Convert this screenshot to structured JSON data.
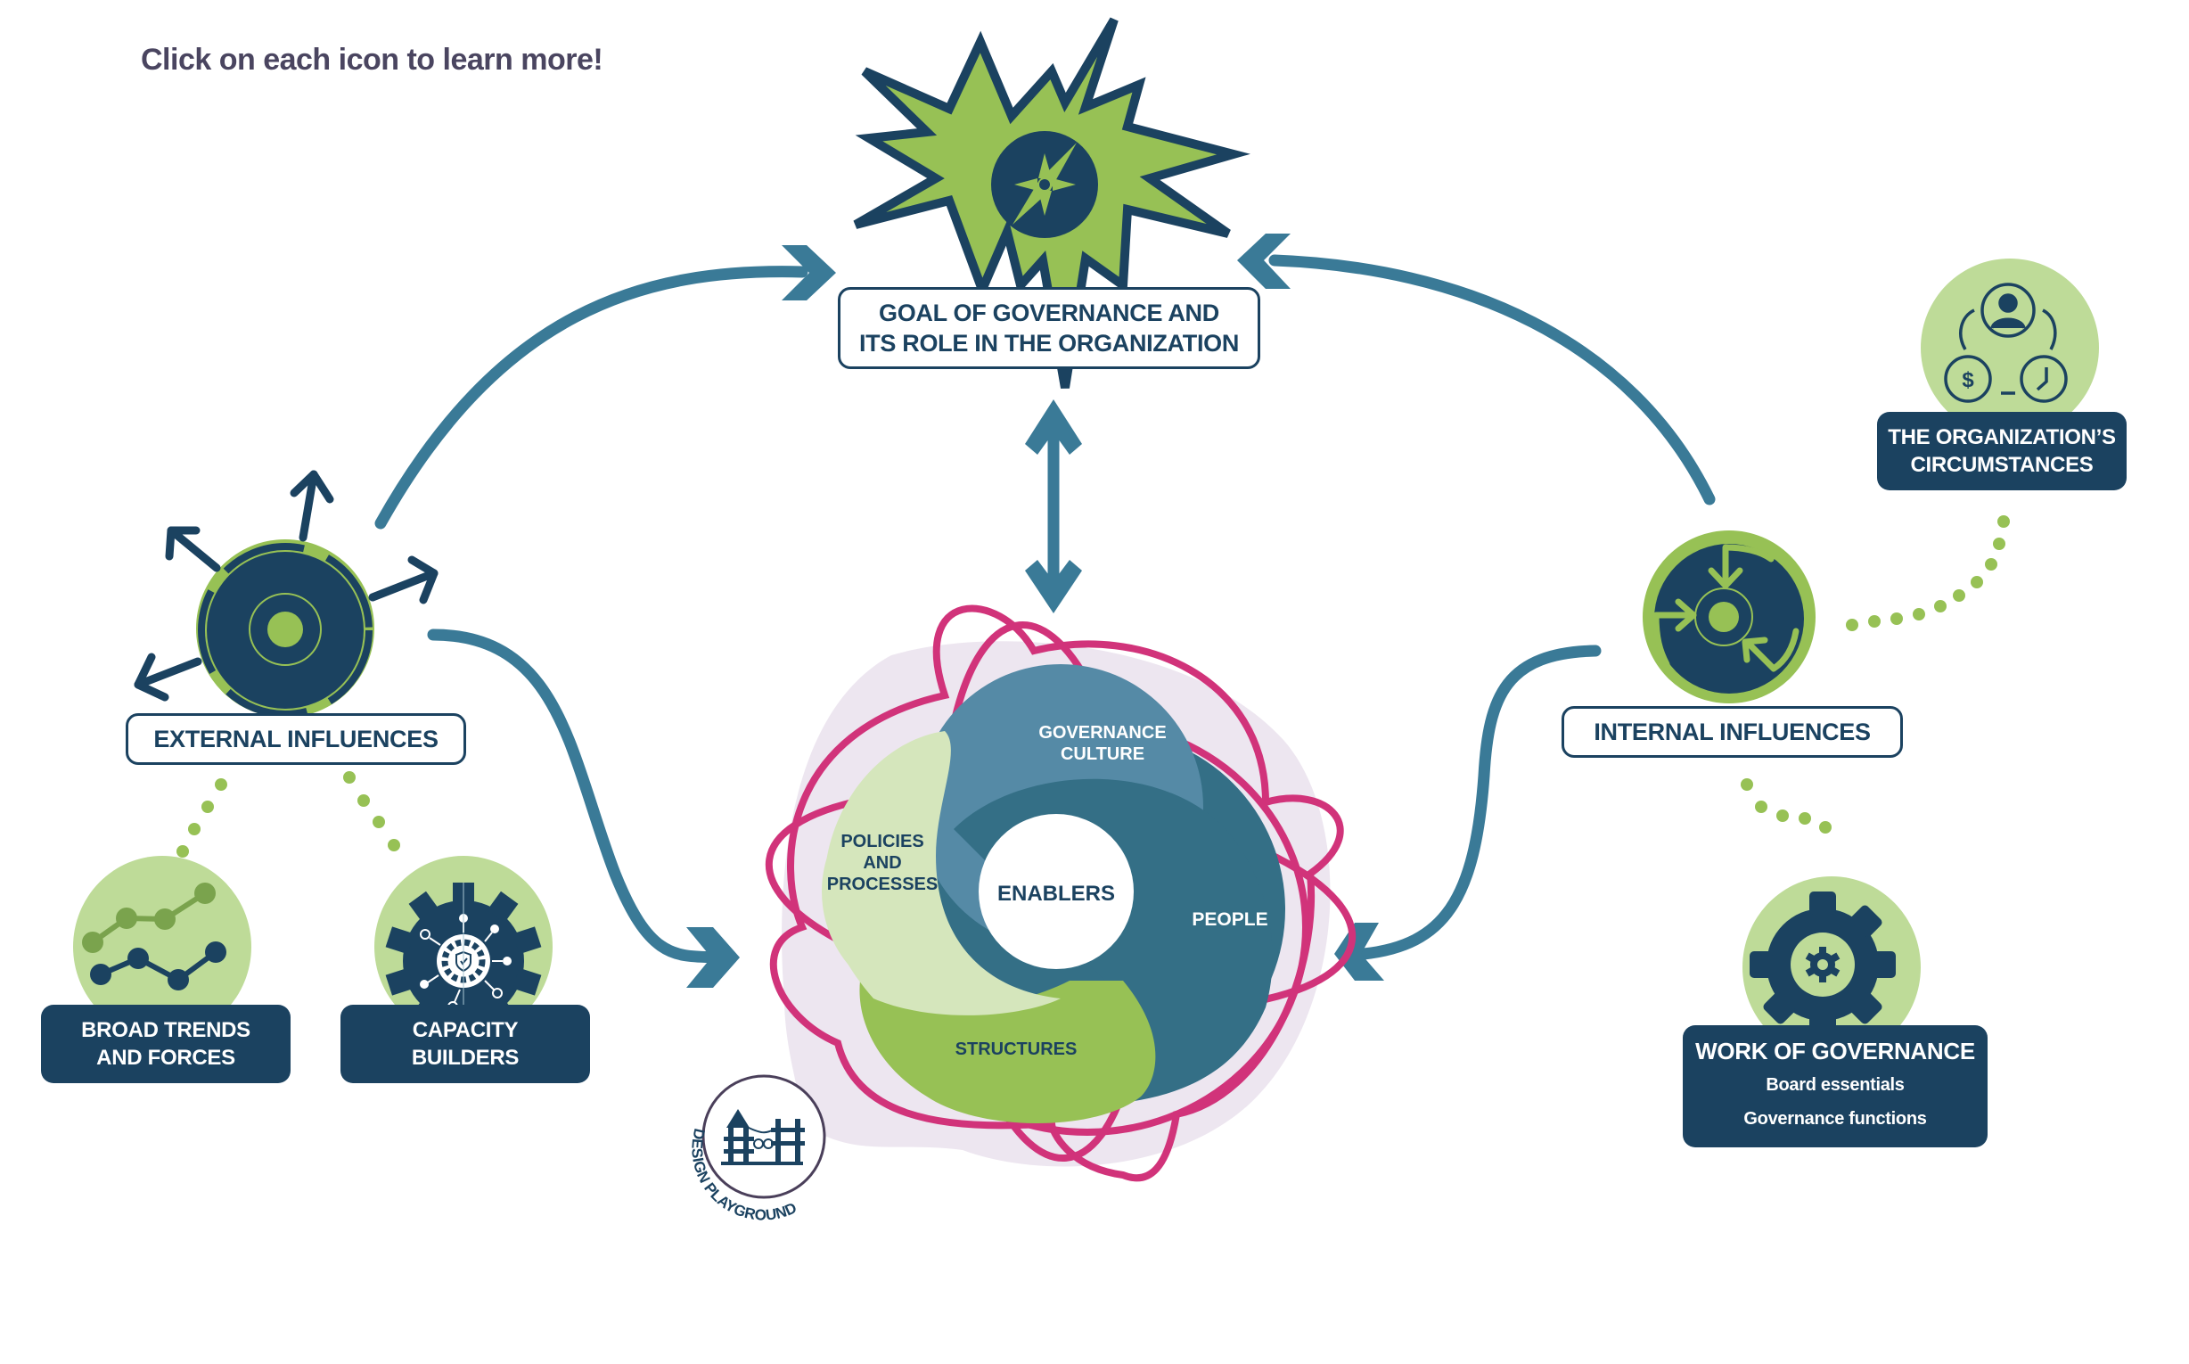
{
  "instruction": "Click on each icon to learn more!",
  "goal": {
    "line1": "GOAL OF GOVERNANCE AND",
    "line2": "ITS ROLE IN THE ORGANIZATION",
    "icon": "compass-icon"
  },
  "external_influences": {
    "label": "EXTERNAL INFLUENCES",
    "icon": "radiating-arrows-icon",
    "children": [
      {
        "line1": "BROAD TRENDS",
        "line2": "AND FORCES",
        "icon": "trend-lines-icon"
      },
      {
        "line1": "CAPACITY",
        "line2": "BUILDERS",
        "icon": "gear-network-icon"
      }
    ]
  },
  "internal_influences": {
    "label": "INTERNAL INFLUENCES",
    "icon": "converging-arrows-icon",
    "children": [
      {
        "line1": "THE ORGANIZATION’S",
        "line2": "CIRCUMSTANCES",
        "icon": "person-money-clock-icon"
      },
      {
        "title": "WORK OF GOVERNANCE",
        "items": [
          "Board essentials",
          "Governance functions"
        ],
        "icon": "gear-icon"
      }
    ]
  },
  "enablers": {
    "center": "ENABLERS",
    "segments": [
      {
        "line1": "GOVERNANCE",
        "line2": "CULTURE",
        "color": "#558aa6"
      },
      {
        "line1": "PEOPLE",
        "line2": "",
        "color": "#346f86"
      },
      {
        "line1": "STRUCTURES",
        "line2": "",
        "color": "#97c155"
      },
      {
        "line1": "POLICIES",
        "line2": "AND",
        "line3": "PROCESSES",
        "color": "#d5e6bc"
      }
    ]
  },
  "design_playground": {
    "label": "DESIGN PLAYGROUND",
    "icon": "playground-icon"
  },
  "colors": {
    "navy": "#1b4260",
    "teal_arrow": "#3a7a97",
    "green": "#97c155",
    "light_green": "#bedb98",
    "magenta": "#d1337a",
    "lavender": "#ede6f0"
  }
}
